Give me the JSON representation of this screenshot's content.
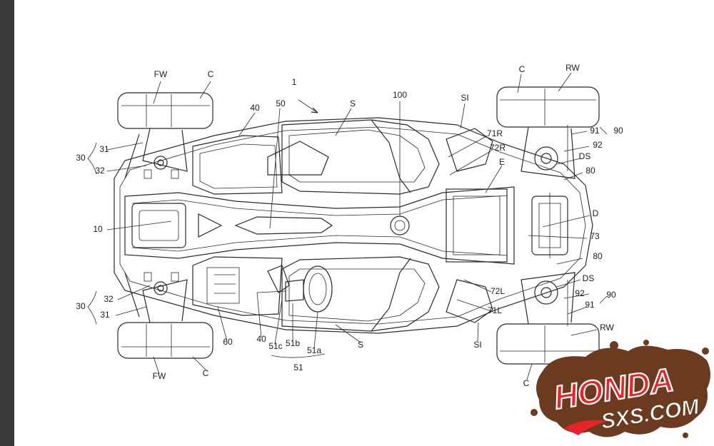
{
  "diagram": {
    "figure_label": "1",
    "labels": {
      "fw_top": "FW",
      "c_top_left": "C",
      "l40_top": "40",
      "l50": "50",
      "s_top": "S",
      "l100": "100",
      "si_top": "SI",
      "c_top_right": "C",
      "rw_top": "RW",
      "l71r": "71R",
      "l72r": "72R",
      "e": "E",
      "l91_top": "91",
      "l92_top": "92",
      "l90_top": "90",
      "ds_top": "DS",
      "l80_top": "80",
      "d": "D",
      "l73": "73",
      "l80_bot": "80",
      "ds_bot": "DS",
      "l92_bot": "92",
      "l90_bot": "90",
      "l91_bot": "91",
      "rw_bot": "RW",
      "l72l": "72L",
      "l71l": "71L",
      "si_bot": "SI",
      "c_bot_right": "C",
      "s_bot": "S",
      "l51a": "51a",
      "l51b": "51b",
      "l51c": "51c",
      "l51": "51",
      "l40_bot": "40",
      "l60": "60",
      "c_bot_left": "C",
      "fw_bot": "FW",
      "l30_top": "30",
      "l31_top": "31",
      "l32_top": "32",
      "l10": "10",
      "l30_bot": "30",
      "l32_bot": "32",
      "l31_bot": "31"
    }
  },
  "logo": {
    "brand": "HONDA",
    "domain": "SXS.COM",
    "colors": {
      "splat": "#6b3a1f",
      "brand": "#e8232a",
      "text_outline": "#ffffff"
    }
  }
}
